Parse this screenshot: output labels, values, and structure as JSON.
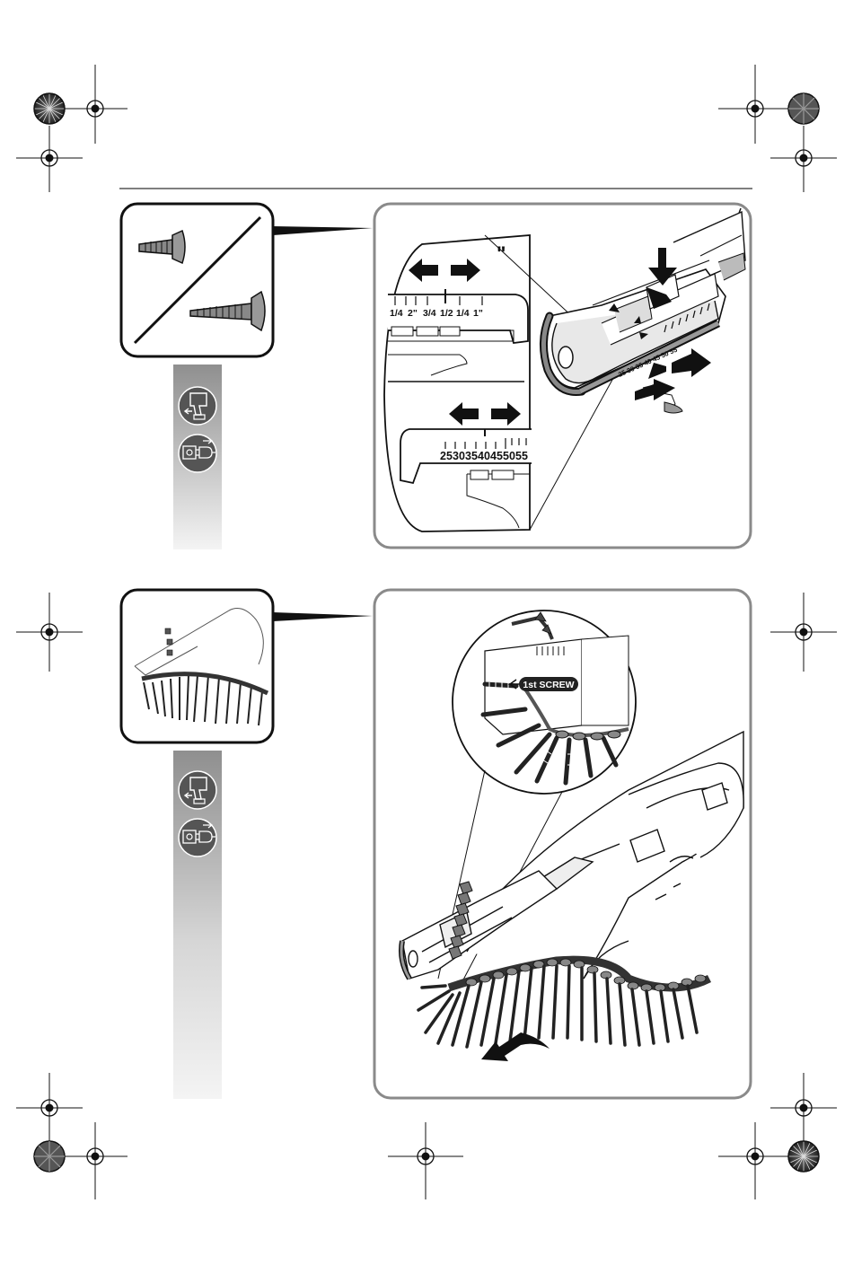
{
  "page": {
    "background": "#ffffff",
    "frame_color": "#8a8a8a",
    "strip_gradient_top": "#8f8f8f",
    "strip_gradient_bottom": "#f2f2f2"
  },
  "figure1": {
    "inch_mark": "\"",
    "scale_inch": [
      "1/4",
      "2\"",
      "3/4",
      "1/2",
      "1/4",
      "1\""
    ],
    "scale_mm": [
      "25",
      "30",
      "35",
      "40",
      "45",
      "50",
      "55"
    ],
    "tool_scale": "25 30 35 40 45 50 55",
    "icons": [
      "battery-removal-icon",
      "unplug-icon"
    ]
  },
  "figure2": {
    "screw_label": "1st SCREW",
    "icons": [
      "battery-removal-icon",
      "unplug-icon"
    ]
  }
}
